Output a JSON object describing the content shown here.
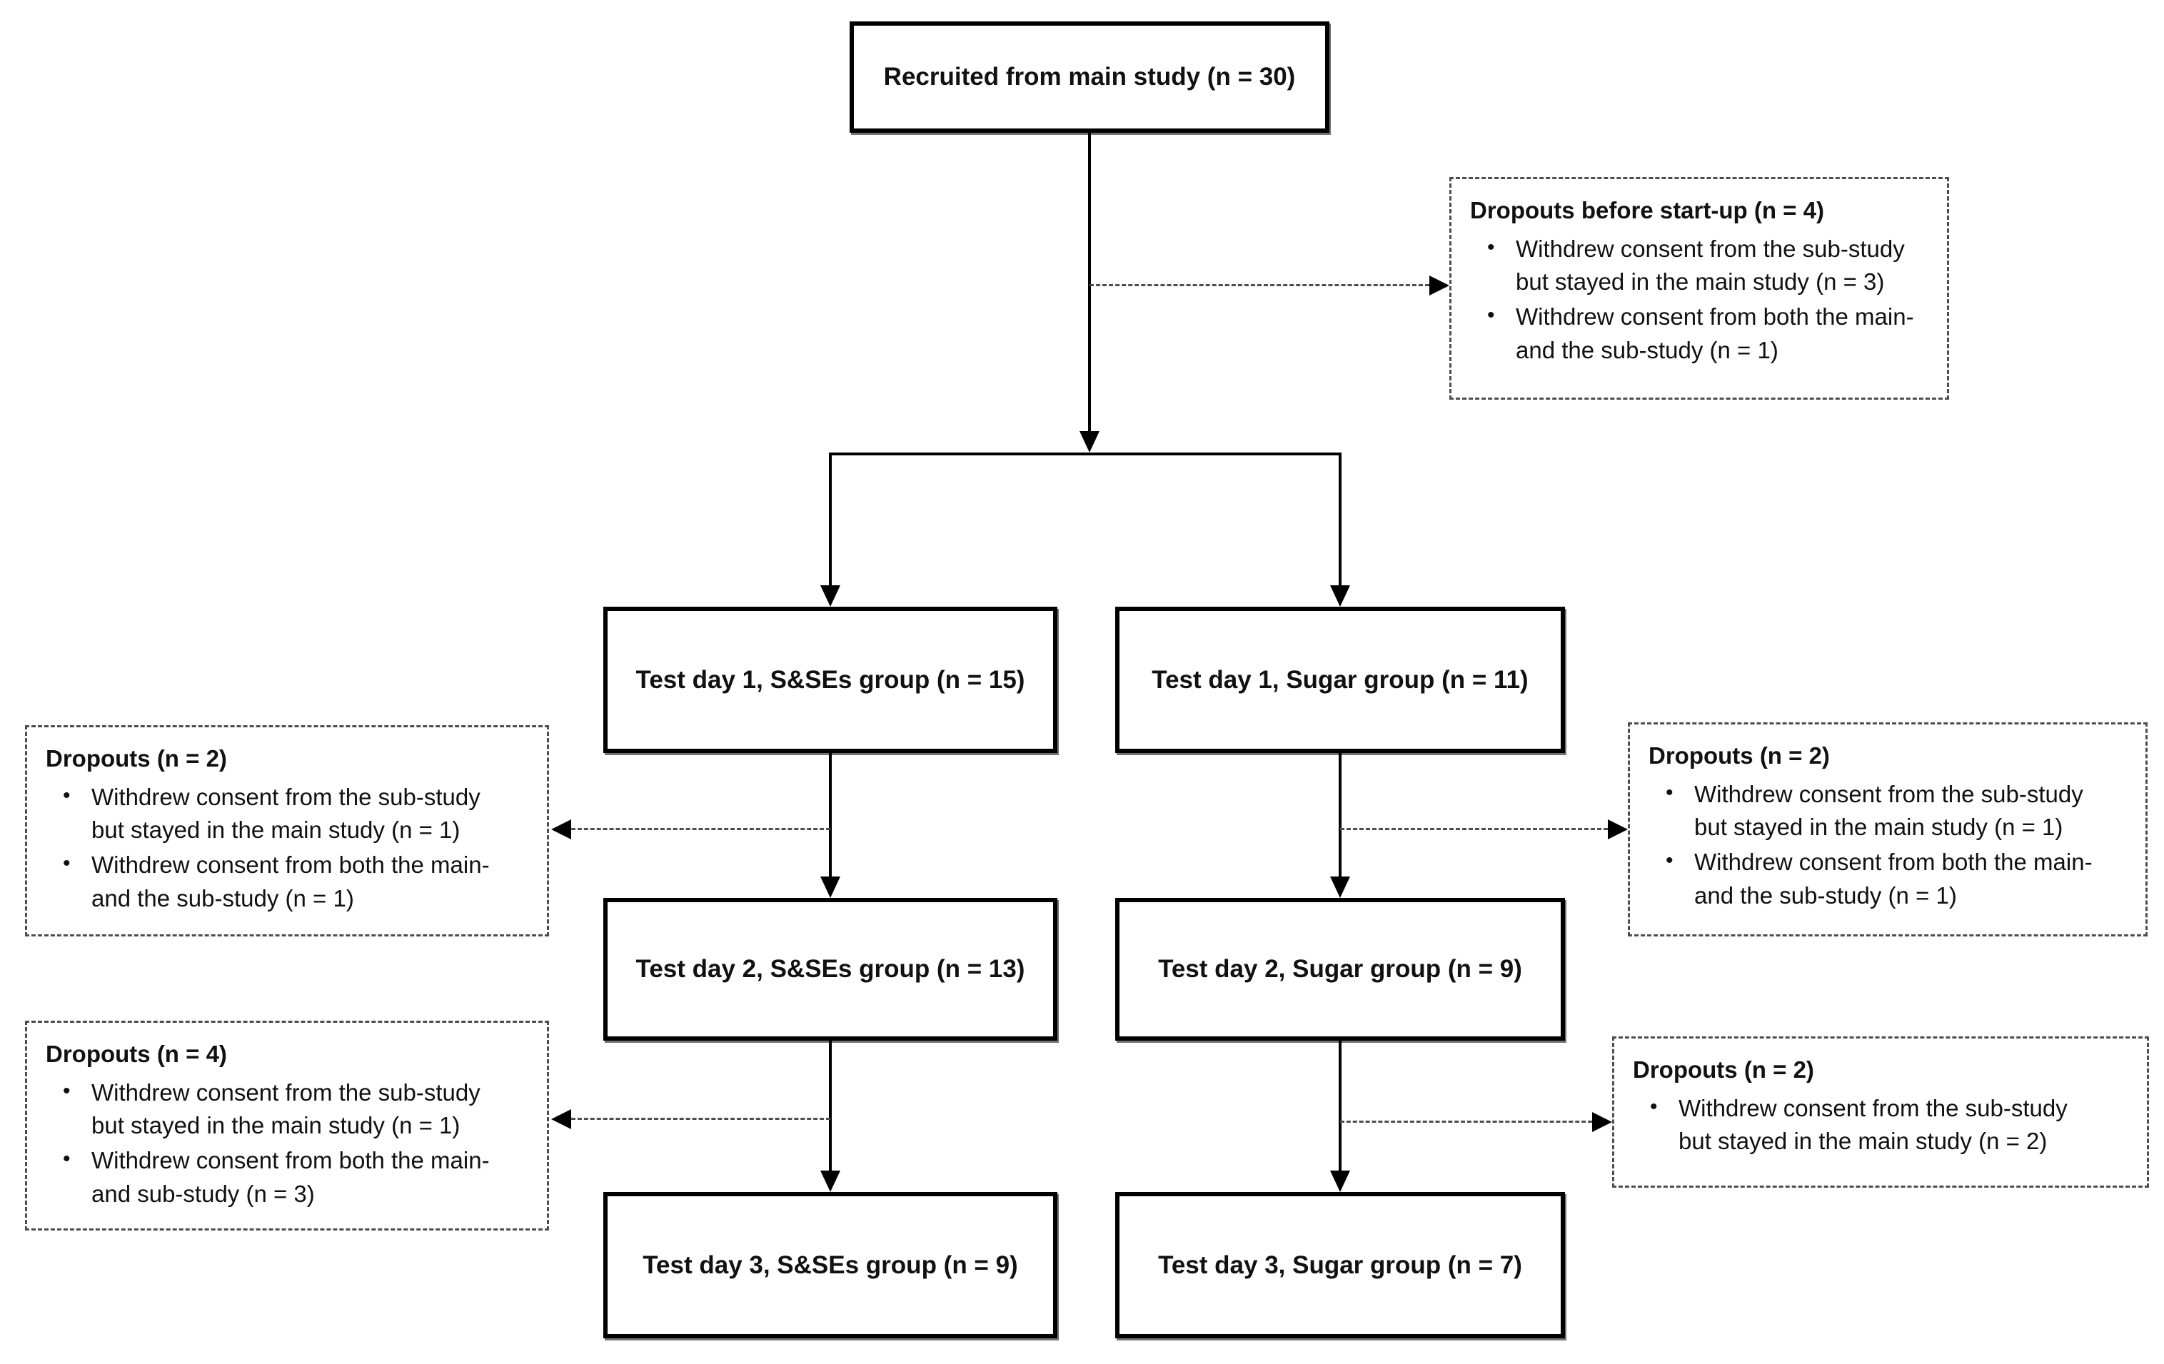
{
  "figure": {
    "background": "#ffffff",
    "solid_line_color": "#000000",
    "dashed_line_color": "#4d4d4d",
    "bullet_char": "•",
    "boxes": {
      "recruited": "Recruited from main study (n = 30)",
      "td1_sses": "Test day 1, S&SEs group (n = 15)",
      "td1_sugar": "Test day 1, Sugar group (n = 11)",
      "td2_sses": "Test day 2, S&SEs group (n = 13)",
      "td2_sugar": "Test day 2, Sugar group (n = 9)",
      "td3_sses": "Test day 3, S&SEs group (n = 9)",
      "td3_sugar": "Test day 3, Sugar group (n = 7)"
    },
    "dropouts": {
      "before_startup": {
        "title": "Dropouts before start-up (n = 4)",
        "bullets": [
          "Withdrew consent from the sub-study but stayed in the main study (n = 3)",
          "Withdrew consent from both the main- and the sub-study (n = 1)"
        ]
      },
      "sses_day1": {
        "title": "Dropouts (n = 2)",
        "bullets": [
          "Withdrew consent from the sub-study but stayed in the main study (n = 1)",
          "Withdrew consent from both the main- and the sub-study (n = 1)"
        ]
      },
      "sugar_day1": {
        "title": "Dropouts (n = 2)",
        "bullets": [
          "Withdrew consent from the sub-study but stayed in the main study (n = 1)",
          "Withdrew consent from both the main- and the sub-study (n = 1)"
        ]
      },
      "sses_day2": {
        "title": "Dropouts (n = 4)",
        "bullets": [
          "Withdrew consent from the sub-study but stayed in the main study (n = 1)",
          "Withdrew consent from both the main- and sub-study (n = 3)"
        ]
      },
      "sugar_day2": {
        "title": "Dropouts (n = 2)",
        "bullets": [
          "Withdrew consent from the sub-study but stayed in the main study (n = 2)"
        ]
      }
    }
  }
}
